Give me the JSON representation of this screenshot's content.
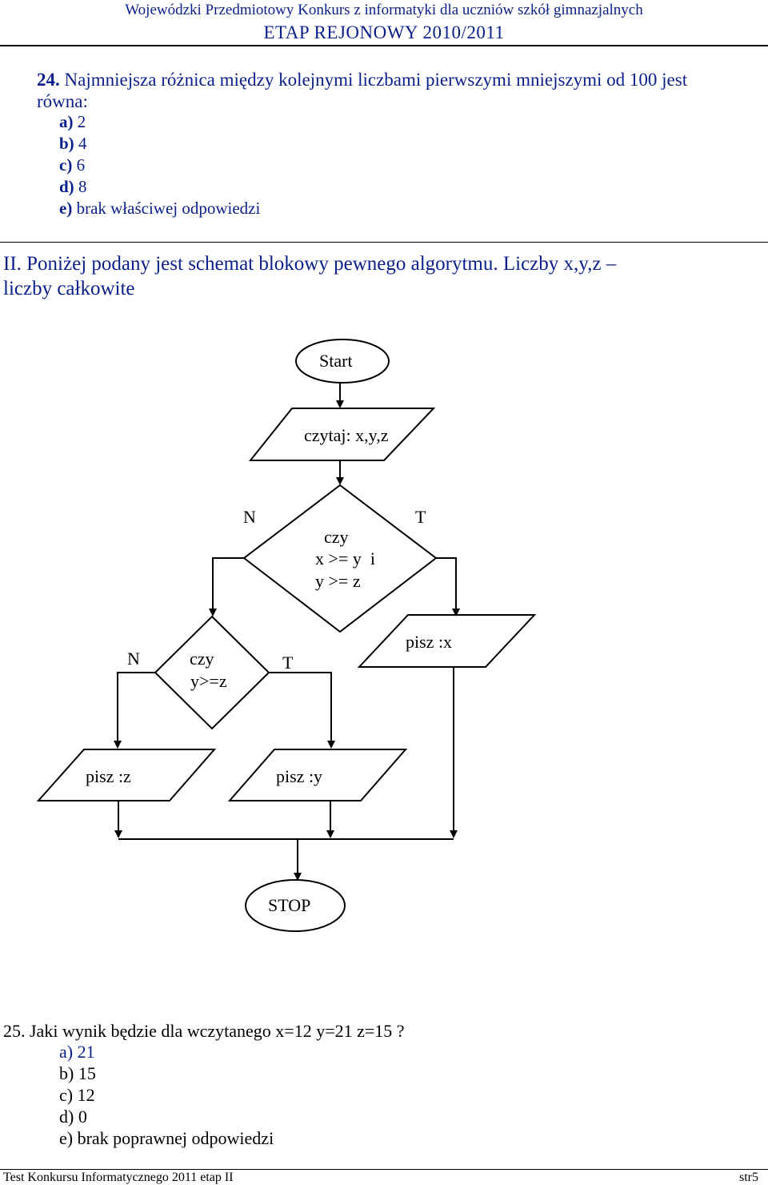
{
  "header": {
    "line1": "Wojewódzki Przedmiotowy Konkurs z informatyki dla uczniów szkół gimnazjalnych",
    "line2": "ETAP REJONOWY 2010/2011"
  },
  "q24": {
    "number": "24.",
    "text_line1": "Najmniejsza różnica między kolejnymi liczbami pierwszymi mniejszymi od 100 jest",
    "text_line2": "równa:",
    "options": [
      {
        "letter": "a)",
        "text": "2"
      },
      {
        "letter": "b)",
        "text": "4"
      },
      {
        "letter": "c)",
        "text": "6"
      },
      {
        "letter": "d)",
        "text": "8"
      },
      {
        "letter": "e)",
        "text": "brak właściwej odpowiedzi"
      }
    ]
  },
  "section2": {
    "line1": "II. Poniżej podany jest schemat blokowy pewnego algorytmu. Liczby x,y,z –",
    "line2": "liczby całkowite"
  },
  "flowchart": {
    "start": "Start",
    "read": "czytaj: x,y,z",
    "cond1": [
      "czy",
      "x >= y  i",
      "y >= z"
    ],
    "cond1_no": "N",
    "cond1_yes": "T",
    "cond2": [
      "czy",
      "y>=z"
    ],
    "cond2_no": "N",
    "cond2_yes": "T",
    "print_x": "pisz :x",
    "print_z": "pisz :z",
    "print_y": "pisz :y",
    "stop": "STOP"
  },
  "q25": {
    "title": "25. Jaki wynik będzie dla wczytanego x=12 y=21 z=15 ?",
    "options": [
      "a) 21",
      "b) 15",
      "c) 12",
      "d) 0",
      "e) brak poprawnej odpowiedzi"
    ]
  },
  "footer": {
    "left": "Test Konkursu Informatycznego 2011 etap II",
    "right": "str5"
  }
}
